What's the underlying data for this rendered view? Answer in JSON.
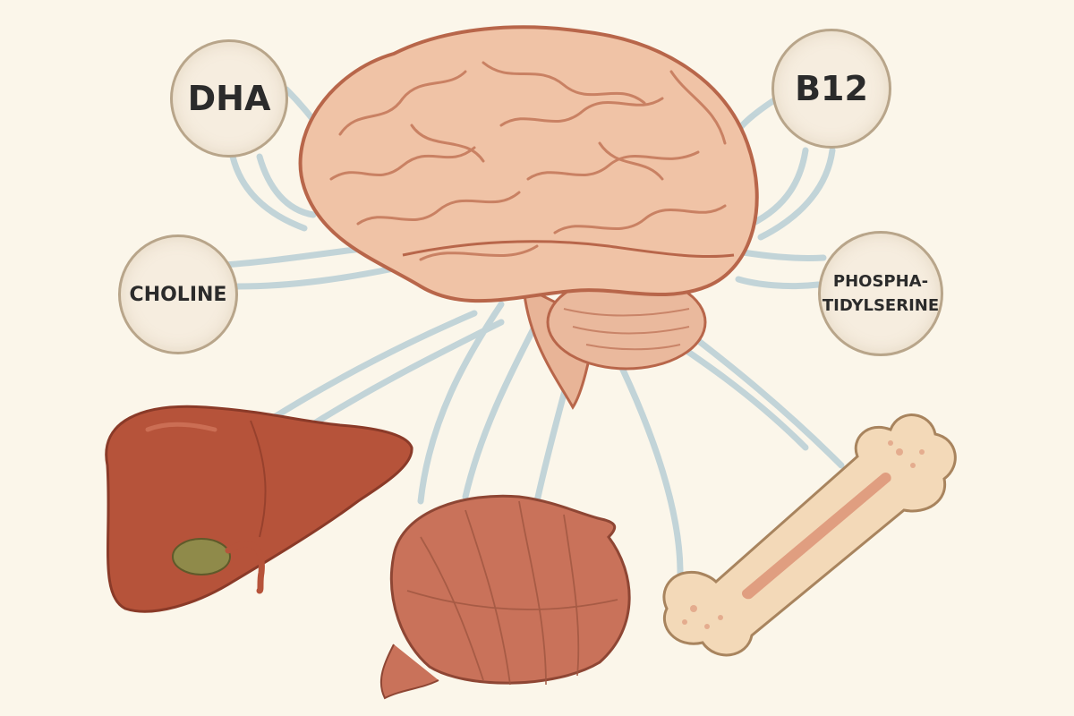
{
  "nutrients": {
    "dha": "DHA",
    "b12": "B12",
    "choline": "CHOLINE",
    "phosphatidylserine_line1": "PHOSPHA-",
    "phosphatidylserine_line2": "TIDYLSERINE"
  },
  "colors": {
    "background": "#fbf6ea",
    "brain": "#f0c3a6",
    "brain_outline": "#b8664a",
    "liver": "#b6533a",
    "gallbladder": "#8f8a4a",
    "organ_bulb": "#c9725a",
    "bone": "#f3d9b8",
    "marrow": "#d9896d",
    "connector_lines": "#b9cfd6",
    "bubble_border": "#b8a58a"
  },
  "icons": {
    "brain": "brain-icon",
    "liver": "liver-icon",
    "bulb": "onion-bulb-icon",
    "bone": "bone-icon"
  }
}
